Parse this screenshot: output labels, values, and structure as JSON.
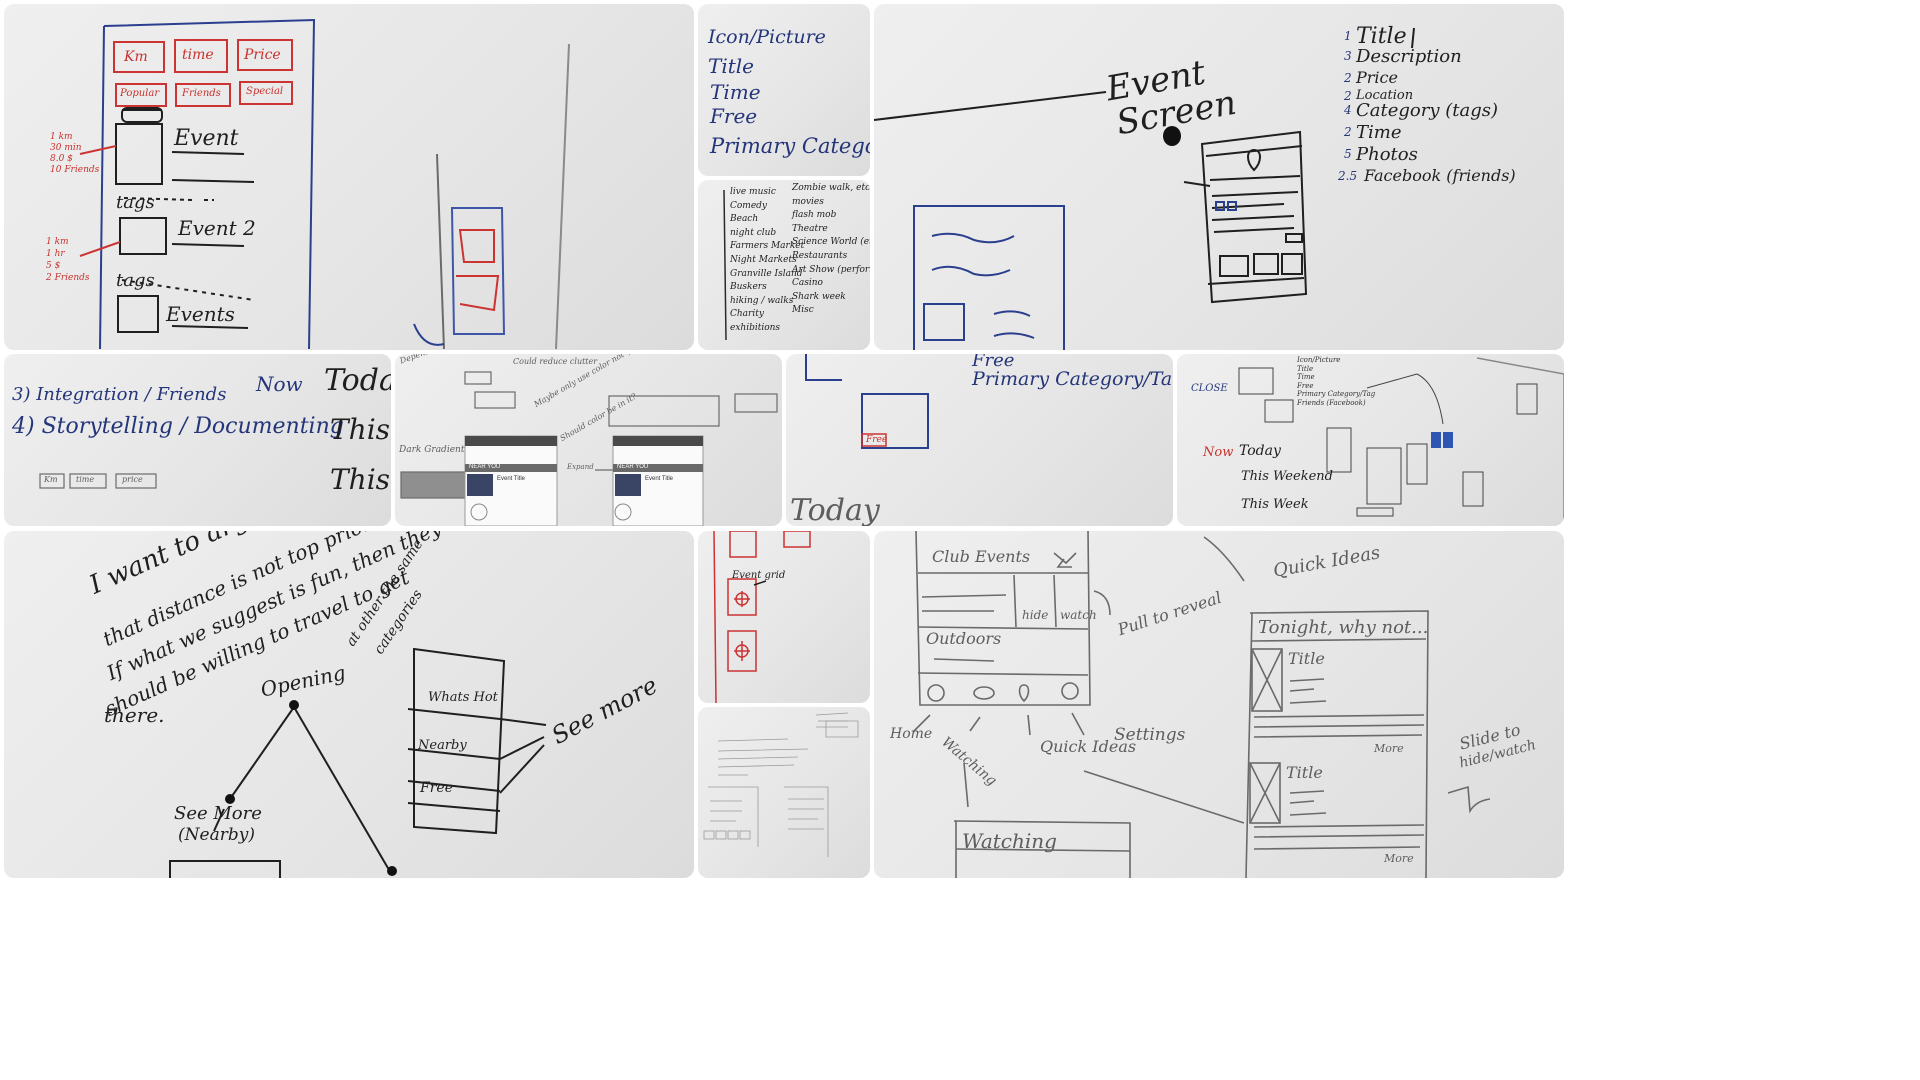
{
  "tile1": {
    "buttons": [
      "Km",
      "time",
      "Price"
    ],
    "filters": [
      "Popular",
      "Friends",
      "Special"
    ],
    "events": [
      "Event",
      "Event 2",
      "Events"
    ],
    "tags": [
      "tags",
      "tags"
    ],
    "note1": [
      "1 km",
      "30 min",
      "8.0 $",
      "10 Friends"
    ],
    "note2": [
      "1 km",
      "1 hr",
      "5 $",
      "2 Friends"
    ]
  },
  "tile2": {
    "lines": [
      "Icon/Picture",
      "Title",
      "Time",
      "Free",
      "Primary Category"
    ]
  },
  "tile3": {
    "left": [
      "live music",
      "Comedy",
      "Beach",
      "night club",
      "Farmers Market",
      "Night Markets",
      "Granville Island",
      "Buskers",
      "hiking / walks",
      "Charity",
      "exhibitions"
    ],
    "right": [
      "Zombie walk, etc",
      "movies",
      "flash mob",
      "Theatre",
      "Science World (etc)",
      "Restaurants",
      "",
      "Art Show (performance)",
      "Casino",
      "Shark week",
      "Misc"
    ]
  },
  "tile4": {
    "label": [
      "Event",
      "Screen"
    ],
    "list": [
      {
        "n": "1",
        "t": "Title"
      },
      {
        "n": "3",
        "t": "Description"
      },
      {
        "n": "2",
        "t": "Price"
      },
      {
        "n": "2",
        "t": "Location"
      },
      {
        "n": "4",
        "t": "Category (tags)"
      },
      {
        "n": "2",
        "t": "Time"
      },
      {
        "n": "5",
        "t": "Photos"
      },
      {
        "n": "2.5",
        "t": "Facebook (friends)"
      }
    ]
  },
  "tile5": {
    "items": [
      "3) Integration / Friends",
      "4) Storytelling / Documenting"
    ],
    "now": "Now",
    "times": [
      "Today",
      "This",
      "This"
    ],
    "buttons": [
      "Km",
      "time",
      "price"
    ]
  },
  "tile6": {
    "notes": [
      "Depending on importance of a feature open space",
      "Could reduce clutter",
      "Maybe only use color not 'free'",
      "Should color be in it?",
      "Dark Gradient",
      "Expand"
    ],
    "phone_header": "NEAR YOU",
    "phone_event": "Event Title"
  },
  "tile7": {
    "lines": [
      "Free",
      "Primary Category/Tag"
    ],
    "badge": "Free",
    "bottom": "Today"
  },
  "tile8": {
    "list": [
      "Icon/Picture",
      "Title",
      "Time",
      "Free",
      "Primary Category/Tag",
      "Friends (Facebook)"
    ],
    "close": "CLOSE",
    "times": [
      "Now",
      "Today",
      "This Weekend",
      "This Week"
    ]
  },
  "tile9": {
    "lines": [
      "I want to argue",
      "that distance is not top priority.",
      "If what we suggest is fun, then they",
      "should be willing to travel to get",
      "there."
    ],
    "opening": "Opening",
    "see_more": [
      "See More",
      "(Nearby)"
    ],
    "note": [
      "at other the same",
      "categories"
    ],
    "list_items": [
      "Whats Hot",
      "Nearby",
      "Free"
    ],
    "see_more_right": "See more"
  },
  "tile10": {
    "label": "Event grid"
  },
  "tile12": {
    "header": "Club Events",
    "outdoors": "Outdoors",
    "hide": "hide",
    "watch": "watch",
    "notes": [
      "Pull to reveal",
      "Home",
      "Watching",
      "Quick Ideas",
      "Settings"
    ],
    "watching_box": "Watching",
    "quick_ideas_title": "Quick Ideas",
    "panel_title": "Tonight, why not...",
    "card_title": "Title",
    "more": "More",
    "slide": [
      "Slide to",
      "hide/watch"
    ]
  }
}
